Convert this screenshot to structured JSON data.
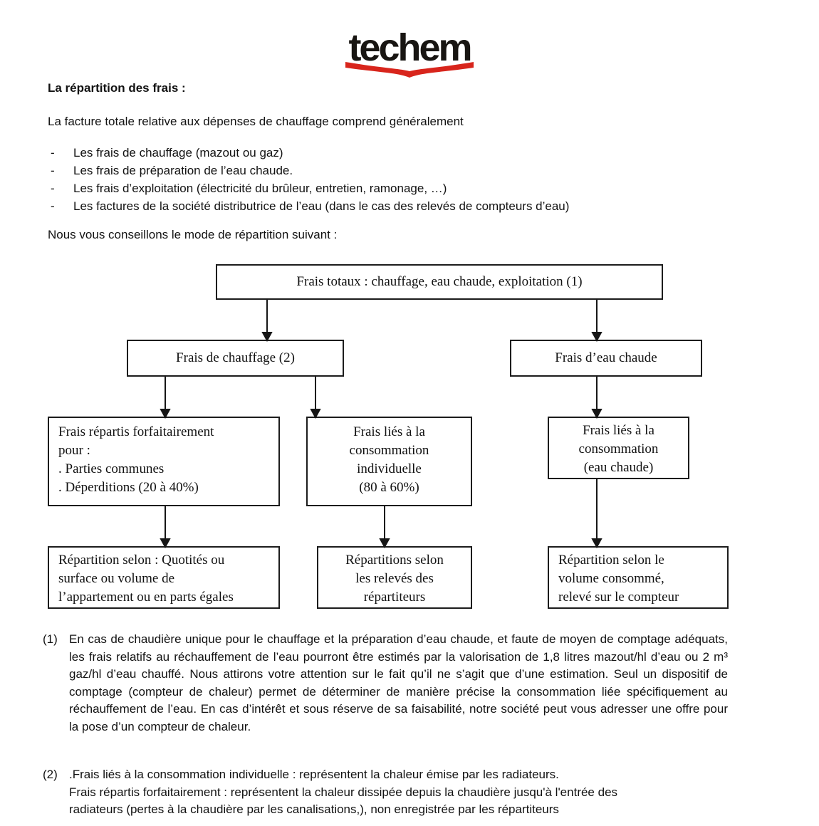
{
  "logo": {
    "name": "techem",
    "swoosh_color": "#d8251c"
  },
  "doc": {
    "heading": "La répartition des frais :",
    "intro": "La facture totale relative aux dépenses de chauffage comprend généralement",
    "list_marker": "-",
    "expenses": [
      "Les frais de chauffage (mazout ou gaz)",
      "Les frais de préparation de l’eau chaude.",
      "Les frais d’exploitation (électricité du brûleur, entretien, ramonage, …)",
      "Les factures de la société distributrice de l’eau (dans le cas des relevés de compteurs d’eau)"
    ],
    "advice": "Nous vous conseillons le mode de répartition suivant :"
  },
  "flowchart": {
    "total": "Frais totaux : chauffage, eau chaude, exploitation (1)",
    "heating": "Frais de chauffage (2)",
    "hot_water": "Frais d’eau chaude",
    "flat_rate": "Frais répartis forfaitairement\npour :\n. Parties communes\n. Déperditions (20 à 40%)",
    "individual": "Frais liés à la\nconsommation\nindividuelle\n(80 à 60%)",
    "hotwater_consumption": "Frais liés à la\nconsommation\n(eau chaude)",
    "alloc_flat": "Répartition selon : Quotités ou\nsurface ou volume de\nl’appartement ou en parts égales",
    "alloc_individual": "Répartitions selon\nles relevés des\nrépartiteurs",
    "alloc_meter": "Répartition selon le\nvolume consommé,\nrelevé sur le compteur"
  },
  "footnotes": {
    "f1_marker": "(1)",
    "f1_text": "En cas de chaudière unique pour le chauffage et la préparation d’eau chaude, et faute de moyen de comptage adéquats, les frais relatifs au réchauffement de l’eau pourront être estimés par la valorisation de 1,8 litres mazout/hl d’eau ou 2 m³ gaz/hl d’eau chauffé. Nous attirons votre attention sur le fait qu’il ne s’agit que d’une estimation. Seul un dispositif de comptage (compteur de chaleur) permet de déterminer de manière précise la consommation liée spécifiquement au réchauffement de l’eau. En cas d’intérêt et sous réserve de sa faisabilité, notre société peut vous adresser une offre pour la pose d’un compteur de chaleur.",
    "f2_marker": "(2)",
    "f2_text": ".Frais liés à la consommation individuelle : représentent la chaleur émise par les radiateurs.\nFrais répartis forfaitairement : représentent la chaleur dissipée depuis la chaudière jusqu'à l'entrée des\nradiateurs (pertes à la chaudière par les canalisations,), non enregistrée par les répartiteurs"
  }
}
